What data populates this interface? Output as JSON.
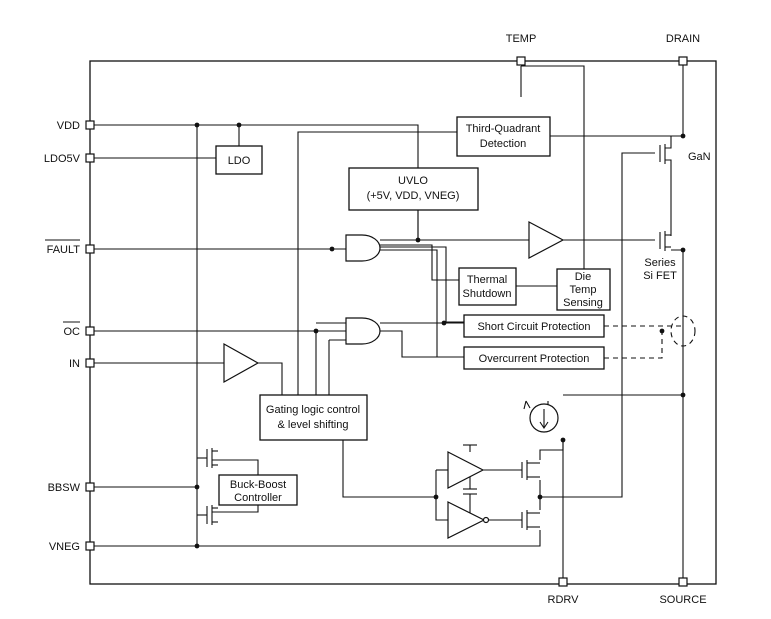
{
  "pins": {
    "vdd": "VDD",
    "ldo5v": "LDO5V",
    "fault": "FAULT",
    "oc": "OC",
    "in": "IN",
    "bbsw": "BBSW",
    "vneg": "VNEG",
    "temp": "TEMP",
    "drain": "DRAIN",
    "rdrv": "RDRV",
    "source": "SOURCE"
  },
  "blocks": {
    "ldo": "LDO",
    "third_quadrant": [
      "Third-Quadrant",
      "Detection"
    ],
    "uvlo": [
      "UVLO",
      "(+5V, VDD, VNEG)"
    ],
    "thermal_shutdown": [
      "Thermal",
      "Shutdown"
    ],
    "die_temp": [
      "Die",
      "Temp",
      "Sensing"
    ],
    "short_circuit": "Short Circuit Protection",
    "overcurrent": "Overcurrent Protection",
    "gating_logic": [
      "Gating logic control",
      "& level shifting"
    ],
    "buck_boost": [
      "Buck-Boost",
      "Controller"
    ]
  },
  "device_labels": {
    "gan": "GaN",
    "series_fet": [
      "Series",
      "Si FET"
    ]
  }
}
